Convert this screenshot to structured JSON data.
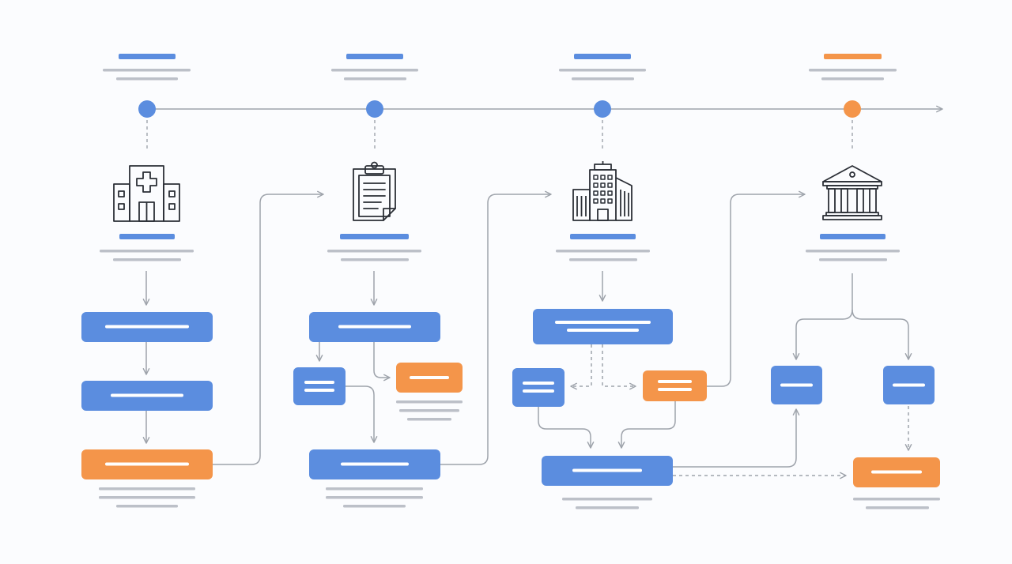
{
  "colors": {
    "background": "#fbfcfe",
    "blue": "#5b8ddf",
    "orange": "#f4954a",
    "text_placeholder": "#bcc0c8",
    "connector": "#9ea3ab",
    "icon_stroke": "#2b2f36",
    "box_line": "#ffffff"
  },
  "timeline": {
    "arrow": "right",
    "milestones": [
      {
        "color": "blue"
      },
      {
        "color": "blue"
      },
      {
        "color": "blue"
      },
      {
        "color": "orange"
      }
    ]
  },
  "stages": [
    {
      "icon": "hospital-icon",
      "accent": "blue"
    },
    {
      "icon": "clipboard-icon",
      "accent": "blue"
    },
    {
      "icon": "office-building-icon",
      "accent": "blue"
    },
    {
      "icon": "courthouse-icon",
      "accent": "blue"
    }
  ],
  "nodes": [
    {
      "stage": 1,
      "color": "blue",
      "lines": 1
    },
    {
      "stage": 1,
      "color": "blue",
      "lines": 1
    },
    {
      "stage": 1,
      "color": "orange",
      "lines": 1
    },
    {
      "stage": 2,
      "color": "blue",
      "lines": 1
    },
    {
      "stage": 2,
      "color": "blue",
      "lines": 2
    },
    {
      "stage": 2,
      "color": "orange",
      "lines": 1
    },
    {
      "stage": 2,
      "color": "blue",
      "lines": 1
    },
    {
      "stage": 3,
      "color": "blue",
      "lines": 2
    },
    {
      "stage": 3,
      "color": "blue",
      "lines": 2
    },
    {
      "stage": 3,
      "color": "orange",
      "lines": 2
    },
    {
      "stage": 3,
      "color": "blue",
      "lines": 1
    },
    {
      "stage": 4,
      "color": "blue",
      "lines": 1
    },
    {
      "stage": 4,
      "color": "blue",
      "lines": 1
    },
    {
      "stage": 4,
      "color": "orange",
      "lines": 1
    }
  ],
  "connector_styles": [
    "solid",
    "dashed"
  ]
}
